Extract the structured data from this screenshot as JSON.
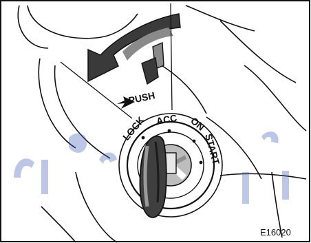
{
  "labels": {
    "push": "PUSH",
    "lock": "LOCK",
    "acc": "ACC",
    "on": "ON",
    "start": "START"
  },
  "figure_id": "E16020",
  "colors": {
    "line": "#111111",
    "arrow_dark": "#3a3a3a",
    "arrow_mid": "#8a8a8a",
    "watermark": "#3f60b5"
  }
}
